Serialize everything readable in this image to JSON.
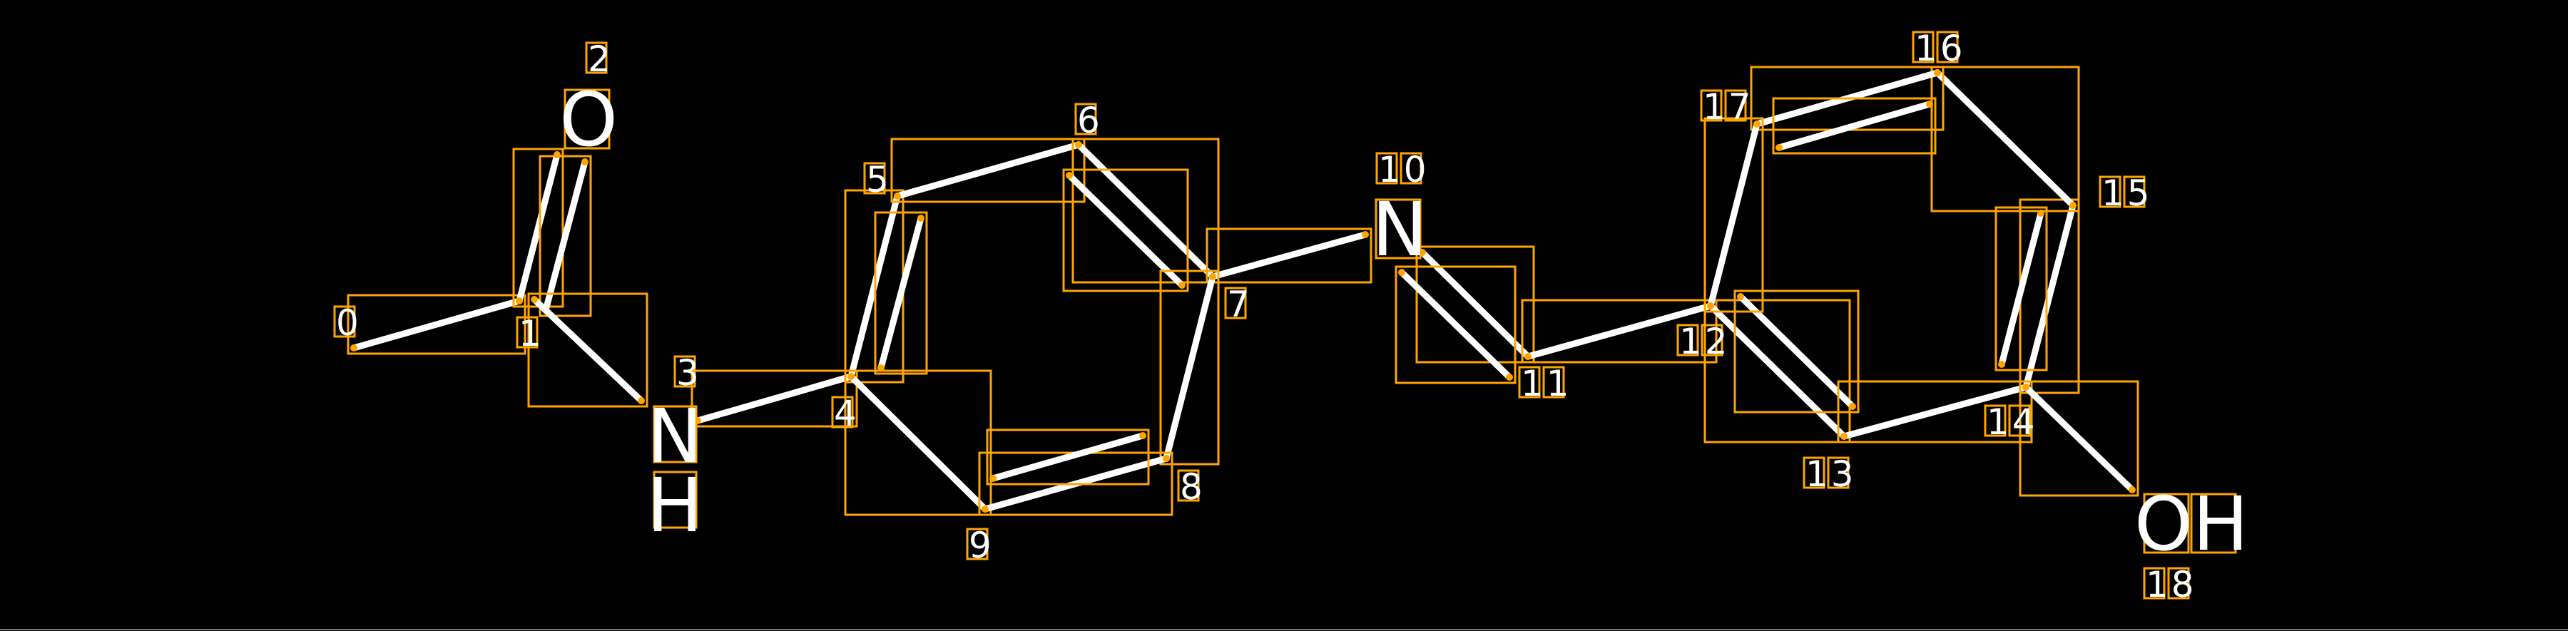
{
  "molecule": {
    "atoms": [
      {
        "index": "0",
        "symbol": ""
      },
      {
        "index": "1",
        "symbol": ""
      },
      {
        "index": "2",
        "symbol": "O"
      },
      {
        "index": "3",
        "symbol": "NH"
      },
      {
        "index": "4",
        "symbol": ""
      },
      {
        "index": "5",
        "symbol": ""
      },
      {
        "index": "6",
        "symbol": ""
      },
      {
        "index": "7",
        "symbol": ""
      },
      {
        "index": "8",
        "symbol": ""
      },
      {
        "index": "9",
        "symbol": ""
      },
      {
        "index": "10",
        "symbol": "N"
      },
      {
        "index": "11",
        "symbol": ""
      },
      {
        "index": "12",
        "symbol": ""
      },
      {
        "index": "13",
        "symbol": ""
      },
      {
        "index": "14",
        "symbol": ""
      },
      {
        "index": "15",
        "symbol": ""
      },
      {
        "index": "16",
        "symbol": ""
      },
      {
        "index": "17",
        "symbol": ""
      },
      {
        "index": "18",
        "symbol": "OH"
      }
    ],
    "bonds": [
      {
        "from": 0,
        "to": 1,
        "order": 1
      },
      {
        "from": 1,
        "to": 2,
        "order": 2
      },
      {
        "from": 1,
        "to": 3,
        "order": 1
      },
      {
        "from": 3,
        "to": 4,
        "order": 1
      },
      {
        "from": 4,
        "to": 5,
        "order": 2
      },
      {
        "from": 4,
        "to": 9,
        "order": 1
      },
      {
        "from": 5,
        "to": 6,
        "order": 1
      },
      {
        "from": 6,
        "to": 7,
        "order": 2
      },
      {
        "from": 7,
        "to": 10,
        "order": 1
      },
      {
        "from": 7,
        "to": 8,
        "order": 1
      },
      {
        "from": 8,
        "to": 9,
        "order": 2
      },
      {
        "from": 10,
        "to": 11,
        "order": 2
      },
      {
        "from": 11,
        "to": 12,
        "order": 1
      },
      {
        "from": 12,
        "to": 13,
        "order": 2
      },
      {
        "from": 13,
        "to": 14,
        "order": 1
      },
      {
        "from": 14,
        "to": 15,
        "order": 2
      },
      {
        "from": 15,
        "to": 16,
        "order": 1
      },
      {
        "from": 16,
        "to": 17,
        "order": 2
      },
      {
        "from": 17,
        "to": 12,
        "order": 1
      },
      {
        "from": 14,
        "to": 18,
        "order": 1
      }
    ],
    "colors": {
      "background": "#000000",
      "bond": "#FFFFFF",
      "box": "#FFA500"
    }
  }
}
